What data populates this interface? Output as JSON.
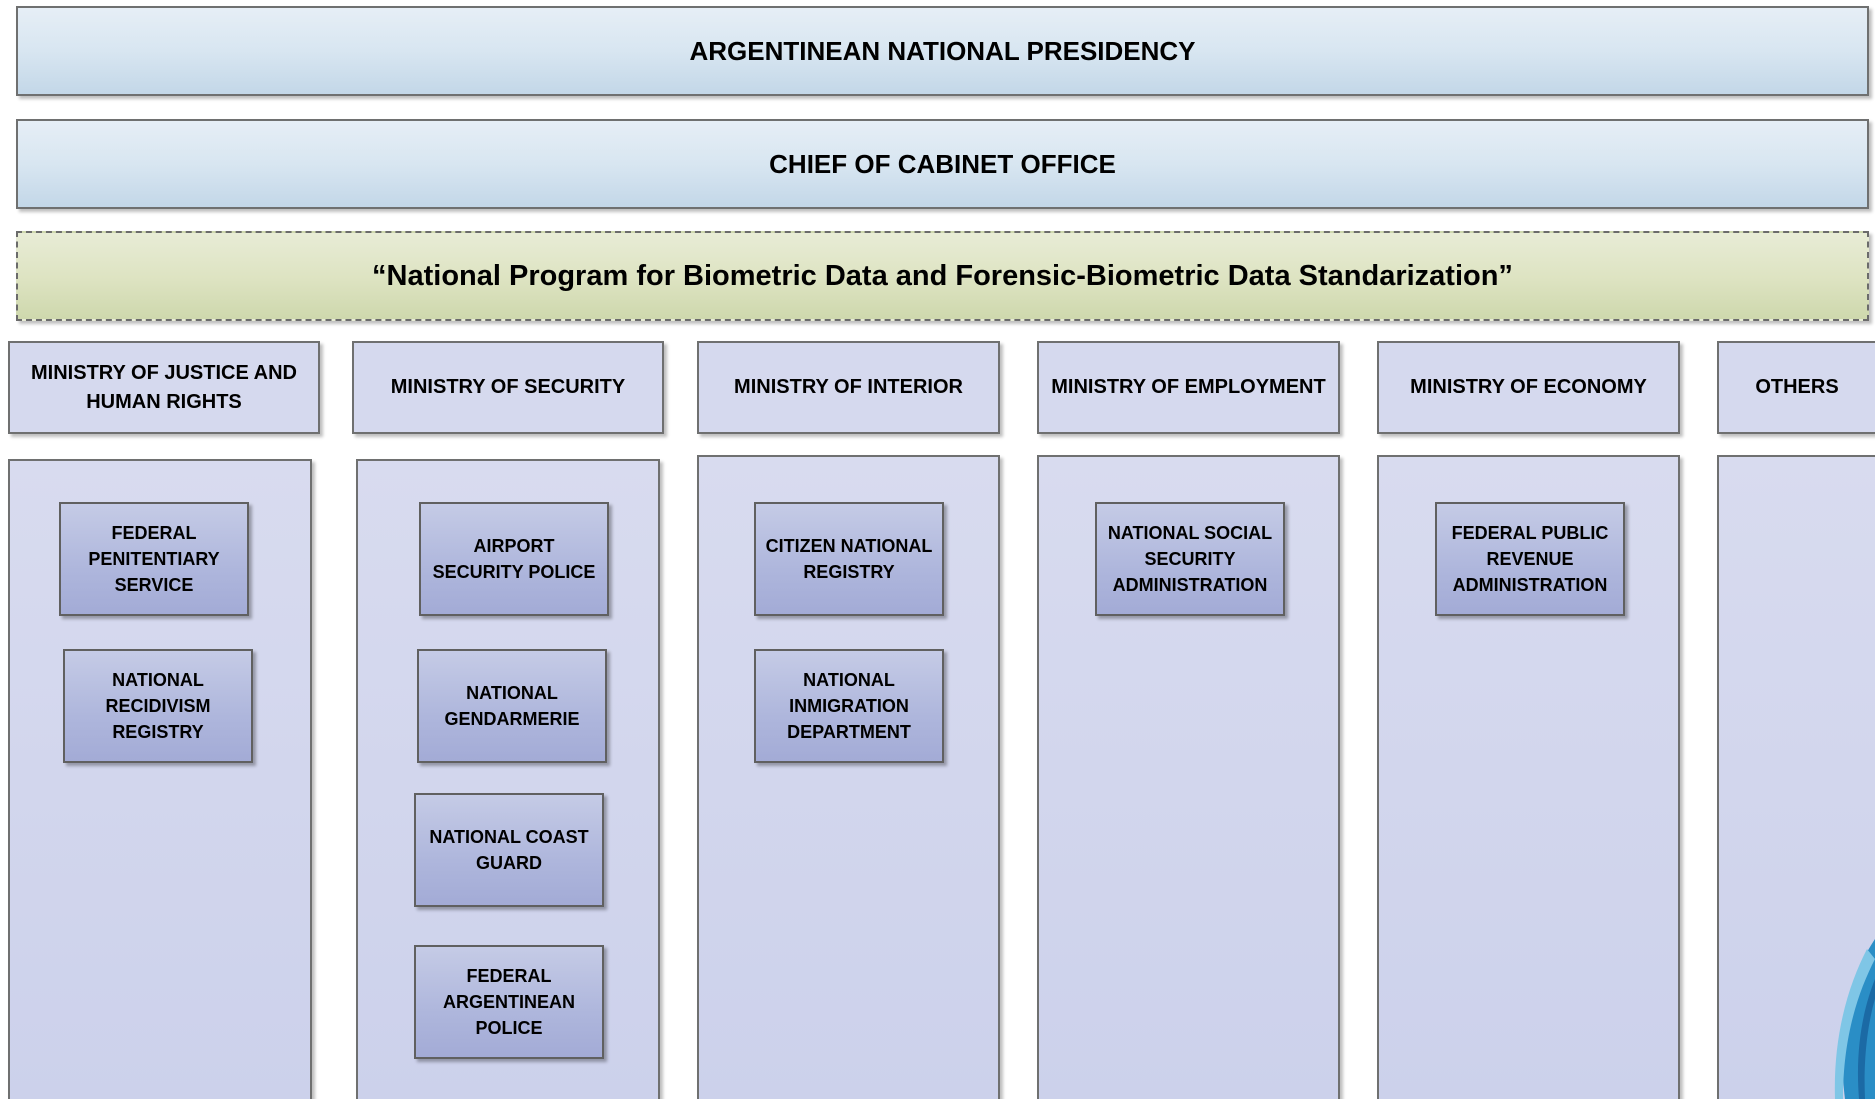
{
  "diagram": {
    "presidency": "ARGENTINEAN NATIONAL PRESIDENCY",
    "cabinet": "CHIEF OF CABINET OFFICE",
    "program": "“National Program for Biometric Data and Forensic-Biometric Data Standarization”",
    "ministries": [
      {
        "name": "MINISTRY OF JUSTICE AND HUMAN RIGHTS",
        "agencies": [
          "FEDERAL PENITENTIARY SERVICE",
          "NATIONAL RECIDIVISM REGISTRY"
        ]
      },
      {
        "name": "MINISTRY OF SECURITY",
        "agencies": [
          "AIRPORT SECURITY POLICE",
          "NATIONAL GENDARMERIE",
          "NATIONAL COAST GUARD",
          "FEDERAL ARGENTINEAN POLICE"
        ]
      },
      {
        "name": "MINISTRY OF INTERIOR",
        "agencies": [
          "CITIZEN NATIONAL REGISTRY",
          "NATIONAL INMIGRATION DEPARTMENT"
        ]
      },
      {
        "name": "MINISTRY OF EMPLOYMENT",
        "agencies": [
          "NATIONAL SOCIAL SECURITY ADMINISTRATION"
        ]
      },
      {
        "name": "MINISTRY OF ECONOMY",
        "agencies": [
          "FEDERAL PUBLIC REVENUE ADMINISTRATION"
        ]
      },
      {
        "name": "OTHERS",
        "agencies": []
      }
    ]
  },
  "colors": {
    "banner_blue": "#d8e6f1",
    "program_green": "#dde3c1",
    "ministry_bg": "#d5d9ee",
    "agency_bg": "#aeb6dc",
    "border": "#6f7070"
  }
}
